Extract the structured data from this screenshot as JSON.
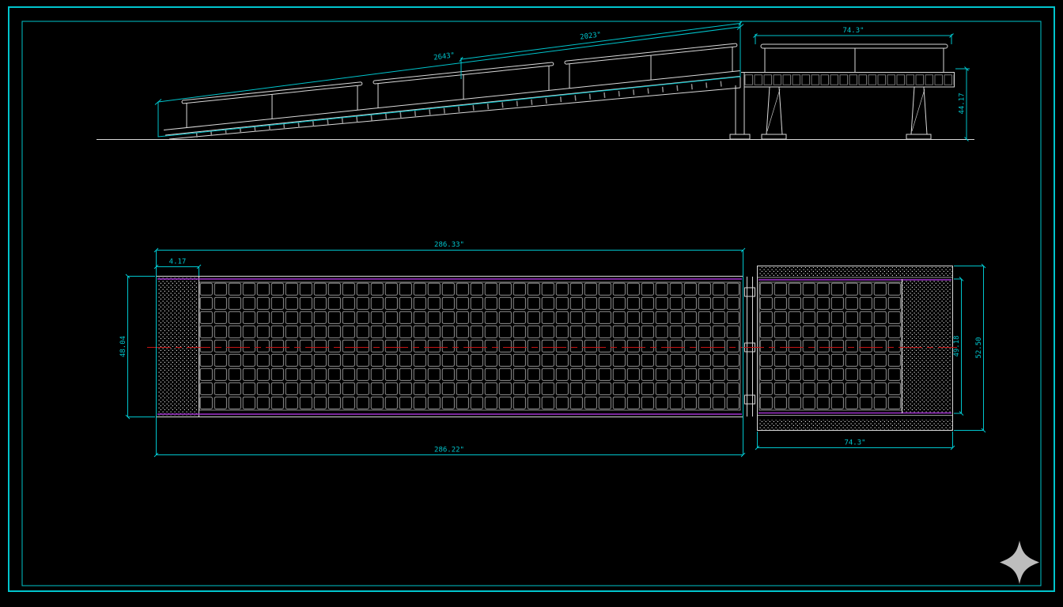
{
  "colors": {
    "background": "#000000",
    "frame": "#00c5cd",
    "dimension": "#00c5cd",
    "geometry": "#d9d9d9",
    "grid": "#8f8f8f",
    "magenta": "#a233cf",
    "centerline": "#c41414",
    "logo": "#bdbdbd"
  },
  "side_view": {
    "dim_slope_full": "2643\"",
    "dim_slope_upper": "2023\"",
    "dim_platform_length": "74.3\"",
    "dim_dock_height": "44.17"
  },
  "plan_view": {
    "dim_ramp_length_top": "286.33\"",
    "dim_toe_section": "4.17",
    "dim_ramp_length_bottom": "286.22\"",
    "dim_ramp_width": "48.04",
    "dim_platform_length": "74.3\"",
    "dim_platform_width_inner": "49.18",
    "dim_platform_width_outer": "52.50"
  }
}
